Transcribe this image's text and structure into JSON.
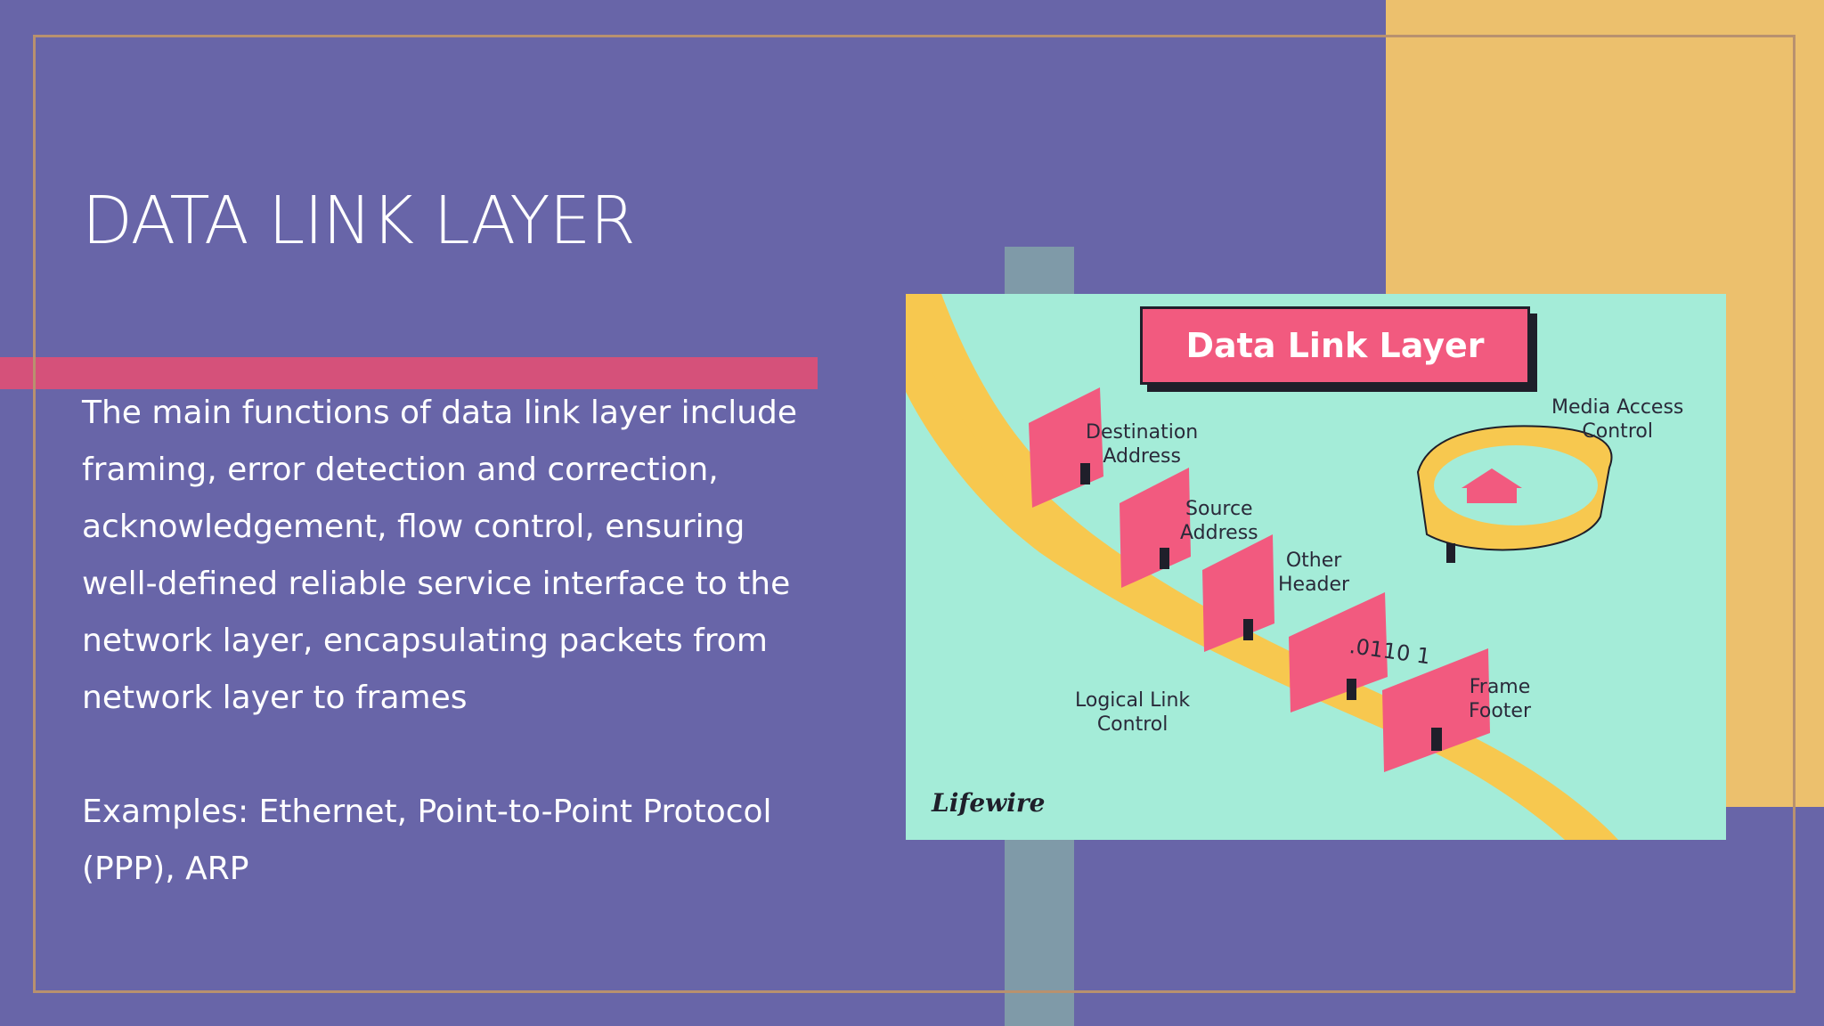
{
  "slide": {
    "title": "DATA LINK LAYER",
    "paragraph": "The main functions of data link layer include framing, error detection and correction, acknowledgement, flow control, ensuring well-defined reliable service interface to the network layer, encapsulating packets from network layer to frames",
    "examples": "Examples: Ethernet, Point-to-Point Protocol (PPP),  ARP"
  },
  "illustration": {
    "heading": "Data Link Layer",
    "labels": {
      "destination": "Destination\nAddress",
      "source": "Source\nAddress",
      "other_header": "Other\nHeader",
      "bits": ".0110 1",
      "frame_footer": "Frame\nFooter",
      "logical_link": "Logical Link\nControl",
      "media_access": "Media Access\nControl"
    },
    "logo": "Lifewire"
  },
  "colors": {
    "background": "#6865a8",
    "orange_accent": "#ecc06d",
    "pink_bar": "#d5517a",
    "stripe": "#7f9aa8",
    "frame": "#b8916f",
    "illustration_bg": "#a4ecd8",
    "road": "#f7c84f",
    "wall": "#f25a7f"
  }
}
